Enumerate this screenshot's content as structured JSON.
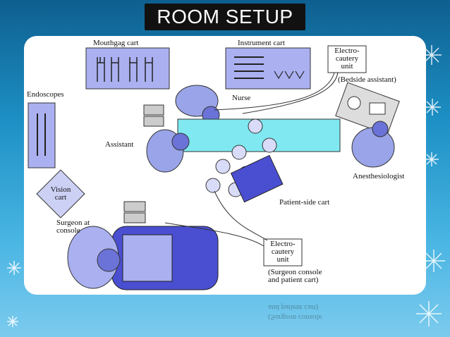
{
  "slide": {
    "title": "ROOM SETUP"
  },
  "diagram": {
    "labels": {
      "mouthgag_cart": "Mouthgag cart",
      "instrument_cart": "Instrument cart",
      "electro_cautery_top": [
        "Electro-",
        "cautery",
        "unit"
      ],
      "bedside_assistant": "(Bedside assistant)",
      "endoscopes": "Endoscopes",
      "nurse": "Nurse",
      "assistant": "Assistant",
      "anesthesiologist": "Anesthesiologist",
      "vision_cart": [
        "Vision",
        "cart"
      ],
      "patient_side_cart": "Patient-side cart",
      "surgeon_at_console": [
        "Surgeon at",
        "console"
      ],
      "electro_cautery_bottom": [
        "Electro-",
        "cautery",
        "unit"
      ],
      "surgeon_console_patient_cart": [
        "(Surgeon console",
        "and patient cart)"
      ]
    },
    "reflection": {
      "line1": "and patient cart)",
      "line2": "(Surgeon console"
    }
  },
  "colors": {
    "accent_blue": "#4a4fd1",
    "light_blue": "#aab0f0",
    "cyan_bed": "#7fe8f0",
    "title_bg": "#111111",
    "yellow_gloves": "#e8e04a"
  }
}
